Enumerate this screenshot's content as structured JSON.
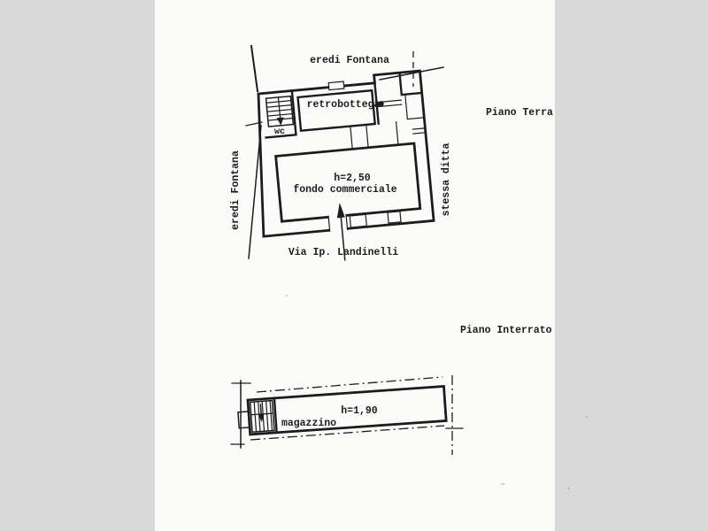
{
  "colors": {
    "paper": "#fbfbf9",
    "backdrop": "#d9d9d9",
    "ink": "#1c1c1c"
  },
  "ground_floor": {
    "title": "Piano Terra",
    "neighbor_top": "eredi Fontana",
    "neighbor_left": "eredi Fontana",
    "neighbor_right": "stessa ditta",
    "street": "Via Ip. Landinelli",
    "rooms": {
      "back_shop": "retrobottega",
      "wc": "wc",
      "main": "fondo commerciale",
      "main_height": "h=2,50"
    }
  },
  "basement": {
    "title": "Piano Interrato",
    "rooms": {
      "storage": "magazzino",
      "storage_height": "h=1,90"
    }
  }
}
